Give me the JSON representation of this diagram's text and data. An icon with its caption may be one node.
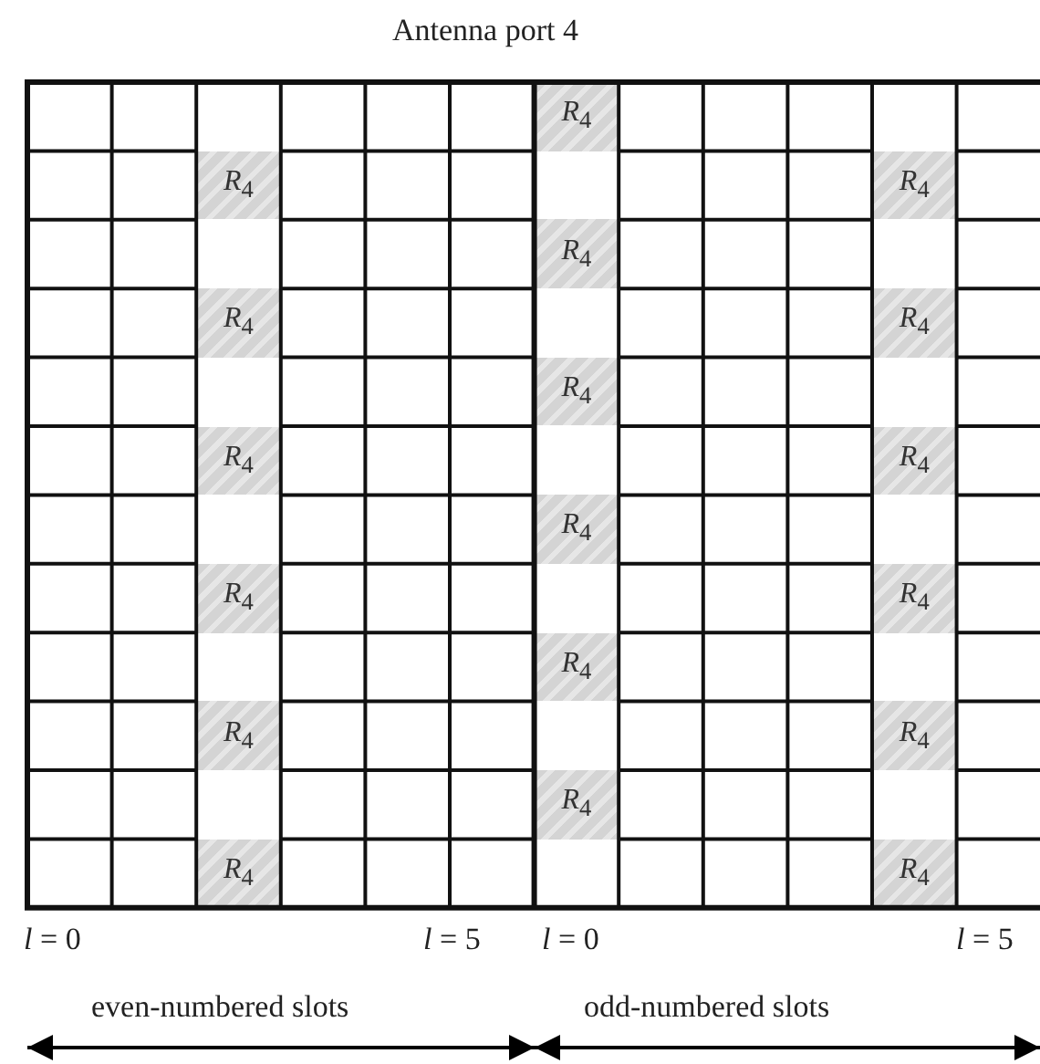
{
  "diagram": {
    "title": "Antenna port 4",
    "nodes": [
      {
        "text": [
          "*R*$_{4}$"
        ]
      },
      {
        "text": [
          "*R*$_{4}$"
        ]
      },
      {
        "text": [
          "*R*$_{4}$"
        ]
      },
      {
        "text": [
          "*R*$_{4}$"
        ]
      },
      {
        "text": [
          "*R*$_{4}$"
        ]
      },
      {
        "text": [
          "*R*$_{4}$"
        ]
      },
      {
        "text": [
          "*R*$_{4}$"
        ]
      },
      {
        "text": [
          "*R*$_{4}$"
        ]
      },
      {
        "text": [
          "*R*$_{4}$"
        ]
      },
      {
        "text": [
          "*R*$_{4}$"
        ]
      },
      {
        "text": [
          "*R*$_{4}$"
        ]
      },
      {
        "text": [
          "*R*$_{4}$"
        ]
      },
      {
        "text": [
          "*R*$_{4}$"
        ]
      },
      {
        "text": [
          "*R*$_{4}$"
        ]
      },
      {
        "text": [
          "*R*$_{4}$"
        ]
      },
      {
        "text": [
          "*R*$_{4}$"
        ]
      },
      {
        "text": [
          "*R*$_{4}$"
        ]
      },
      {
        "text": [
          "*R*$_{4}$"
        ]
      }
    ],
    "labels": [
      "*l* = 0",
      "*l* = 5",
      "*l* = 0",
      "*l* = 5",
      "even-numbered slots",
      "odd-numbered slots"
    ]
  }
}
